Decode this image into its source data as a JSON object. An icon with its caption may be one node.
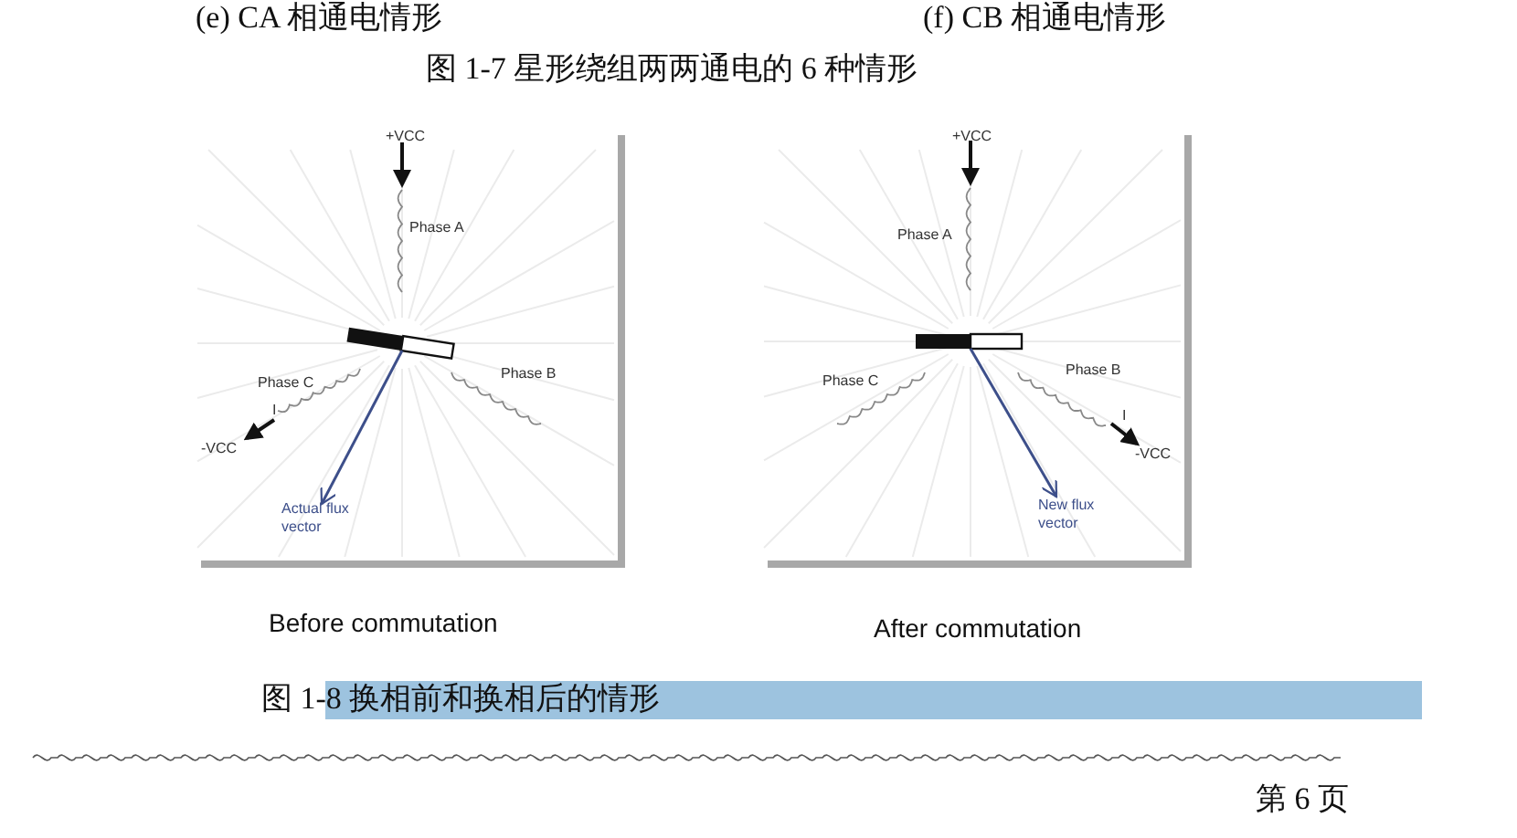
{
  "diagram": {
    "labels": [
      "(e) CA 相通电情形",
      "(f) CB 相通电情形",
      "图 1-7 星形绕组两两通电的 6 种情形",
      "+VCC",
      "Phase A",
      "Phase C",
      "Phase B",
      "I",
      "-VCC",
      "Actual flux vector",
      "+VCC",
      "Phase A",
      "Phase C",
      "Phase B",
      "I",
      "-VCC",
      "New flux vector",
      "Before commutation",
      "After commutation",
      "图 1-8 换相前和换相后的情形",
      "第 6 页"
    ]
  }
}
